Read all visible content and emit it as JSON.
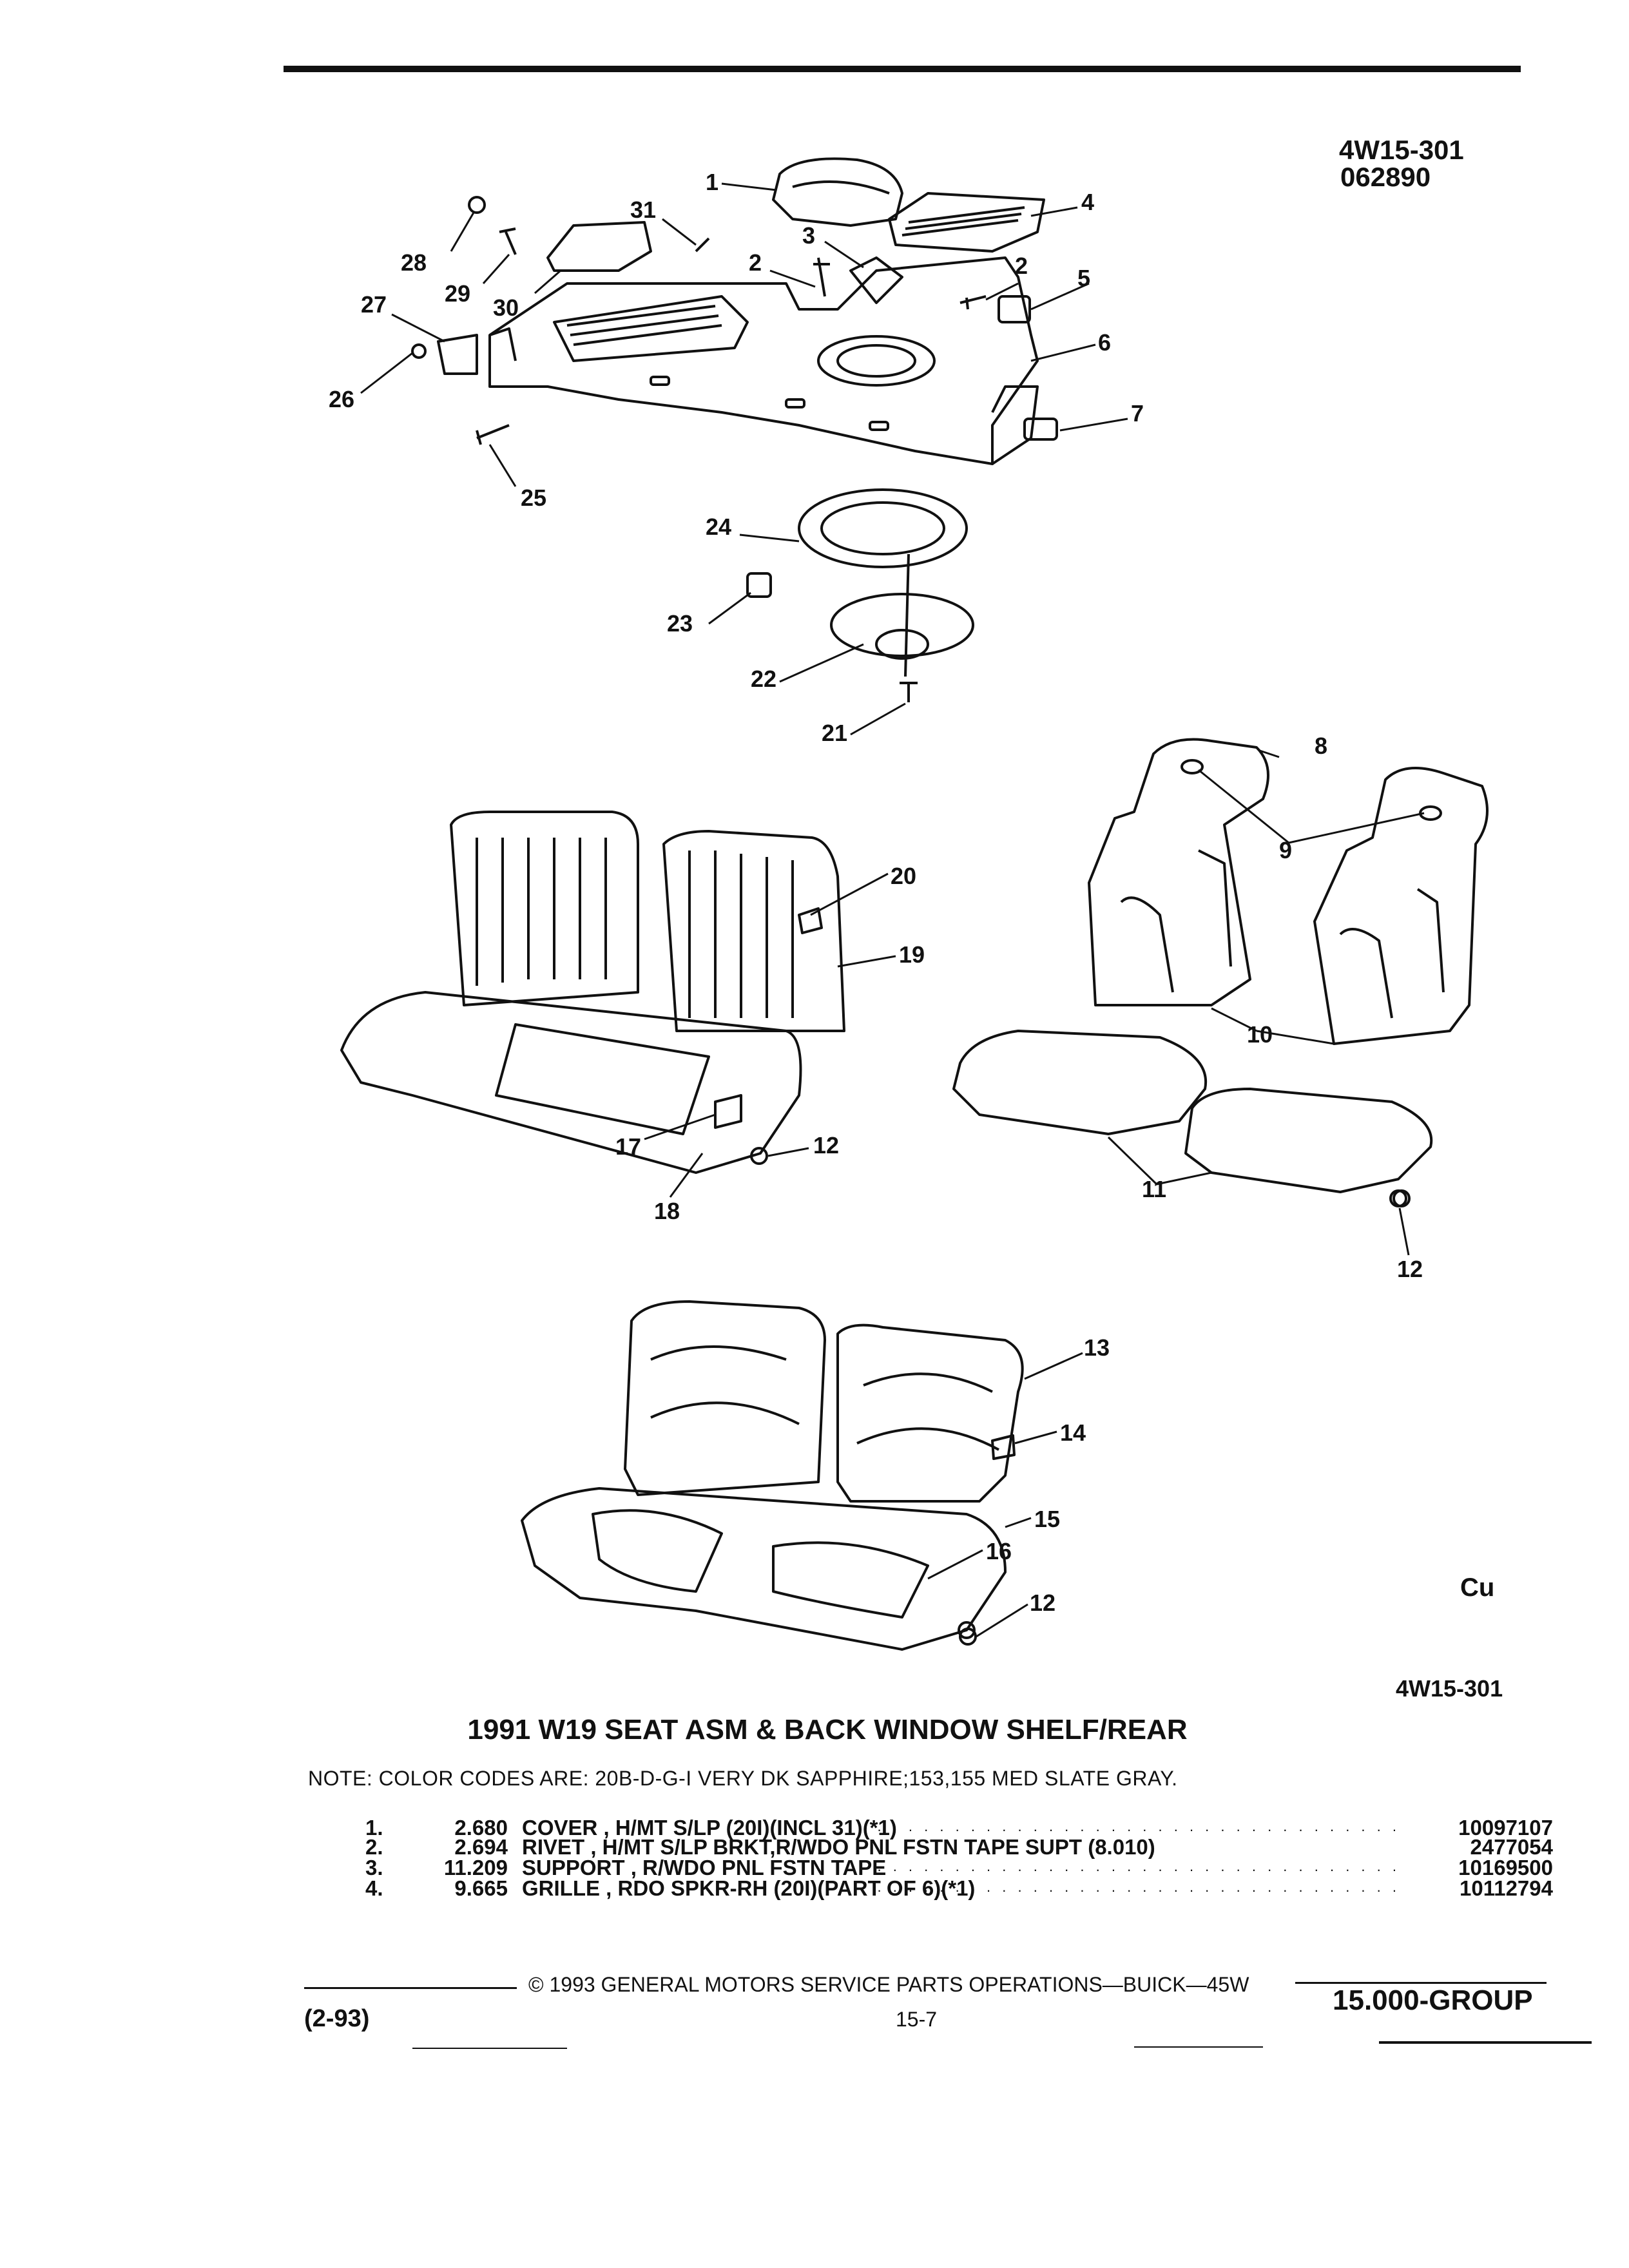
{
  "header": {
    "ref_code": "4W15-301",
    "ref_date": "062890"
  },
  "illustration": {
    "callouts": [
      "1",
      "2",
      "2",
      "3",
      "4",
      "5",
      "6",
      "7",
      "8",
      "9",
      "10",
      "11",
      "12",
      "12",
      "12",
      "13",
      "14",
      "15",
      "16",
      "17",
      "18",
      "19",
      "20",
      "21",
      "22",
      "23",
      "24",
      "25",
      "26",
      "27",
      "28",
      "29",
      "30",
      "31"
    ],
    "ref_code_bottom": "4W15-301",
    "stray_mark": "Cu"
  },
  "title": "1991 W19 SEAT ASM & BACK WINDOW SHELF/REAR",
  "note": "NOTE:  COLOR CODES ARE: 20B-D-G-I VERY DK SAPPHIRE;153,155 MED SLATE GRAY.",
  "parts": [
    {
      "num": "1.",
      "qty": "2.680",
      "desc": "COVER , H/MT S/LP (20I)(INCL 31)(*1)",
      "part": "10097107"
    },
    {
      "num": "2.",
      "qty": "2.694",
      "desc": "RIVET , H/MT S/LP BRKT,R/WDO PNL FSTN TAPE SUPT (8.010)",
      "part": "2477054"
    },
    {
      "num": "3.",
      "qty": "11.209",
      "desc": "SUPPORT , R/WDO PNL FSTN TAPE",
      "part": "10169500"
    },
    {
      "num": "4.",
      "qty": "9.665",
      "desc": "GRILLE , RDO SPKR-RH (20I)(PART OF 6)(*1)",
      "part": "10112794"
    }
  ],
  "leader": ". . . . . . . . . . . . . . . . . . . . . . . . . . . . . . . . . .",
  "footer": {
    "copyright": "©  1993  GENERAL MOTORS SERVICE PARTS OPERATIONS—BUICK—45W",
    "date_code": "(2-93)",
    "page": "15-7",
    "group": "15.000-GROUP"
  }
}
